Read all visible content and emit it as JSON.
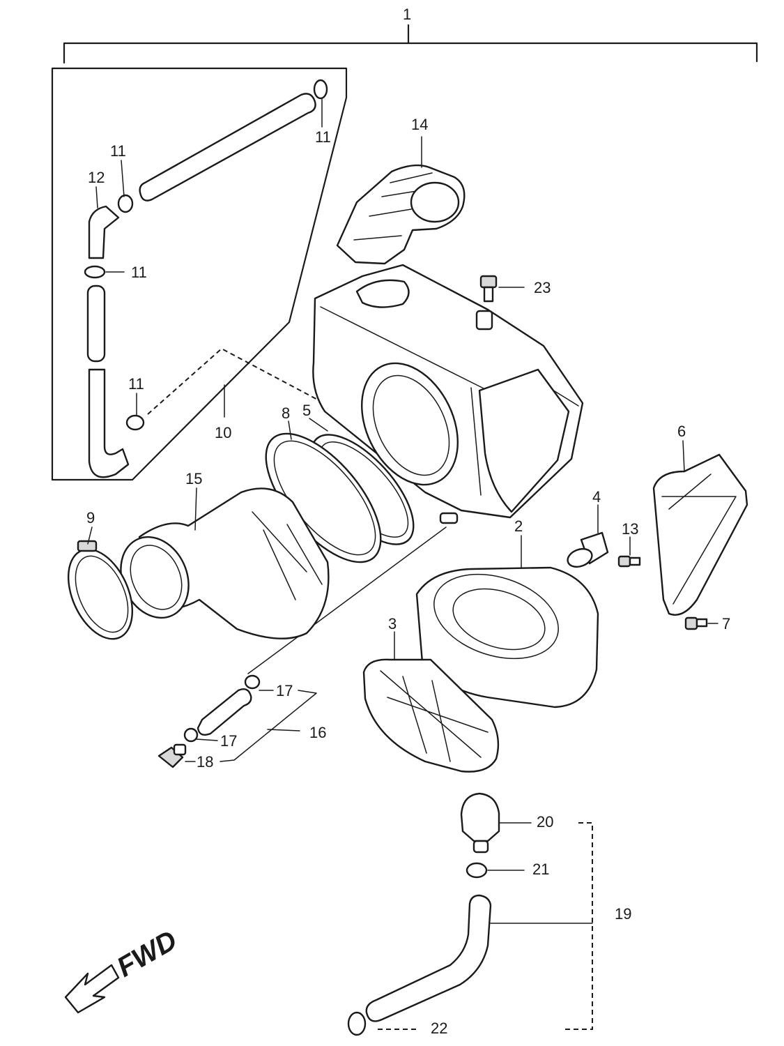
{
  "callouts": [
    {
      "id": "c1",
      "text": "1"
    },
    {
      "id": "c2",
      "text": "2"
    },
    {
      "id": "c3",
      "text": "3"
    },
    {
      "id": "c4",
      "text": "4"
    },
    {
      "id": "c5",
      "text": "5"
    },
    {
      "id": "c6",
      "text": "6"
    },
    {
      "id": "c7",
      "text": "7"
    },
    {
      "id": "c8",
      "text": "8"
    },
    {
      "id": "c9",
      "text": "9"
    },
    {
      "id": "c10",
      "text": "10"
    },
    {
      "id": "c11a",
      "text": "11"
    },
    {
      "id": "c11b",
      "text": "11"
    },
    {
      "id": "c11c",
      "text": "11"
    },
    {
      "id": "c11d",
      "text": "11"
    },
    {
      "id": "c12",
      "text": "12"
    },
    {
      "id": "c13",
      "text": "13"
    },
    {
      "id": "c14",
      "text": "14"
    },
    {
      "id": "c15",
      "text": "15"
    },
    {
      "id": "c16",
      "text": "16"
    },
    {
      "id": "c17a",
      "text": "17"
    },
    {
      "id": "c17b",
      "text": "17"
    },
    {
      "id": "c18",
      "text": "18"
    },
    {
      "id": "c19",
      "text": "19"
    },
    {
      "id": "c20",
      "text": "20"
    },
    {
      "id": "c21",
      "text": "21"
    },
    {
      "id": "c22",
      "text": "22"
    },
    {
      "id": "c23",
      "text": "23"
    }
  ],
  "fwd_label": "FWD"
}
